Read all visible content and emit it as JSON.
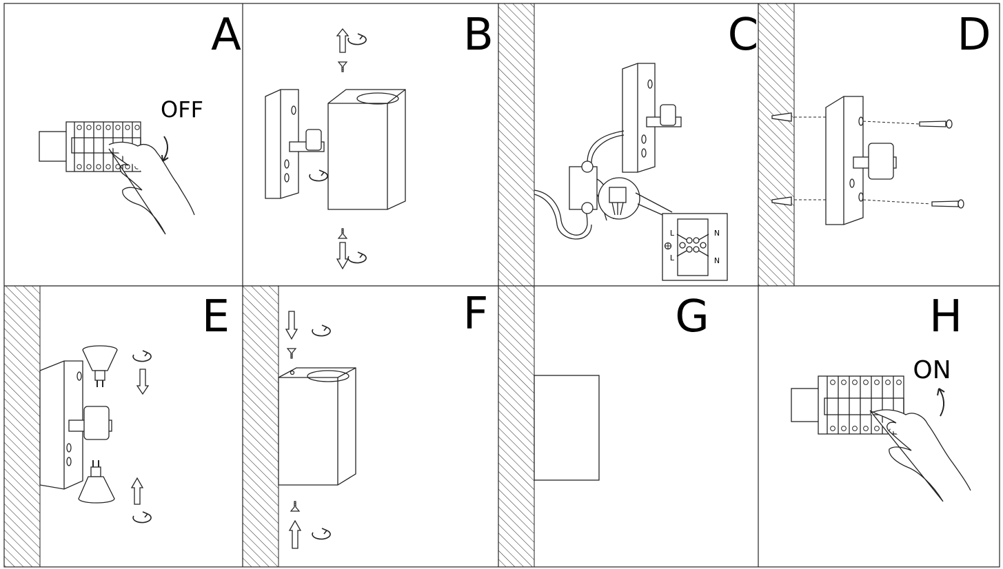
{
  "panels": [
    {
      "letter": "A",
      "text": "OFF"
    },
    {
      "letter": "B"
    },
    {
      "letter": "C",
      "terminal_labels": [
        "L",
        "N",
        "L",
        "N"
      ]
    },
    {
      "letter": "D"
    },
    {
      "letter": "E"
    },
    {
      "letter": "F"
    },
    {
      "letter": "G"
    },
    {
      "letter": "H",
      "text": "ON"
    }
  ],
  "icons": {
    "wall": "hatched-wall",
    "arrow": "direction-arrow",
    "rotate": "rotate-icon",
    "screw": "screw-icon",
    "ground": "ground-symbol-icon"
  },
  "colors": {
    "line": "#222222",
    "background": "#ffffff"
  }
}
